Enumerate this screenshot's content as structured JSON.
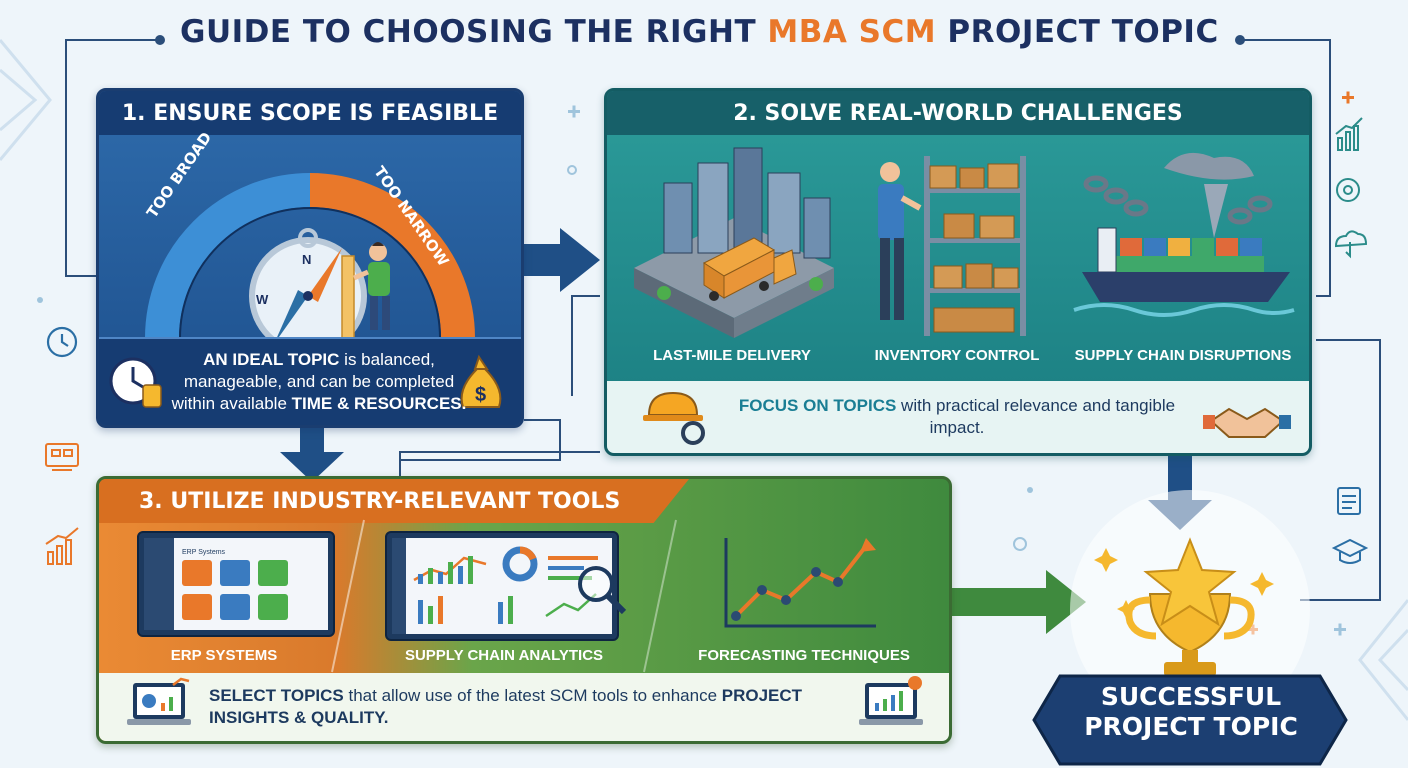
{
  "title": {
    "prefix": "GUIDE TO CHOOSING THE RIGHT ",
    "accent": "MBA SCM",
    "suffix": " PROJECT TOPIC"
  },
  "panel1": {
    "heading": "1. ENSURE SCOPE IS FEASIBLE",
    "gauge_left": "TOO BROAD",
    "gauge_right": "TOO NARROW",
    "compass_n": "N",
    "compass_w": "W",
    "text_bold": "AN IDEAL TOPIC",
    "text_mid": " is balanced, manageable, and can be completed within available ",
    "text_end": "TIME & RESOURCES.",
    "money_symbol": "$"
  },
  "panel2": {
    "heading": "2. SOLVE REAL-WORLD CHALLENGES",
    "items": [
      {
        "label": "LAST-MILE DELIVERY"
      },
      {
        "label": "INVENTORY CONTROL"
      },
      {
        "label": "SUPPLY CHAIN DISRUPTIONS"
      }
    ],
    "text_bold": "FOCUS ON TOPICS",
    "text_rest": " with practical relevance and tangible impact."
  },
  "panel3": {
    "heading": "3. UTILIZE INDUSTRY-RELEVANT TOOLS",
    "erp_screen_title": "ERP Systems",
    "items": [
      {
        "label": "ERP SYSTEMS"
      },
      {
        "label": "SUPPLY CHAIN ANALYTICS"
      },
      {
        "label": "FORECASTING TECHNIQUES"
      }
    ],
    "text_bold1": "SELECT TOPICS",
    "text_mid": " that allow use of the latest SCM tools to enhance ",
    "text_bold2": "PROJECT INSIGHTS & QUALITY."
  },
  "badge": {
    "line1": "SUCCESSFUL",
    "line2": "PROJECT TOPIC"
  },
  "colors": {
    "navy": "#1c3061",
    "accent_orange": "#e9782a",
    "panel1_blue": "#1d4f8c",
    "panel2_teal": "#1a7c80",
    "panel3_green": "#3f8a3e",
    "gold": "#f5b82e"
  }
}
